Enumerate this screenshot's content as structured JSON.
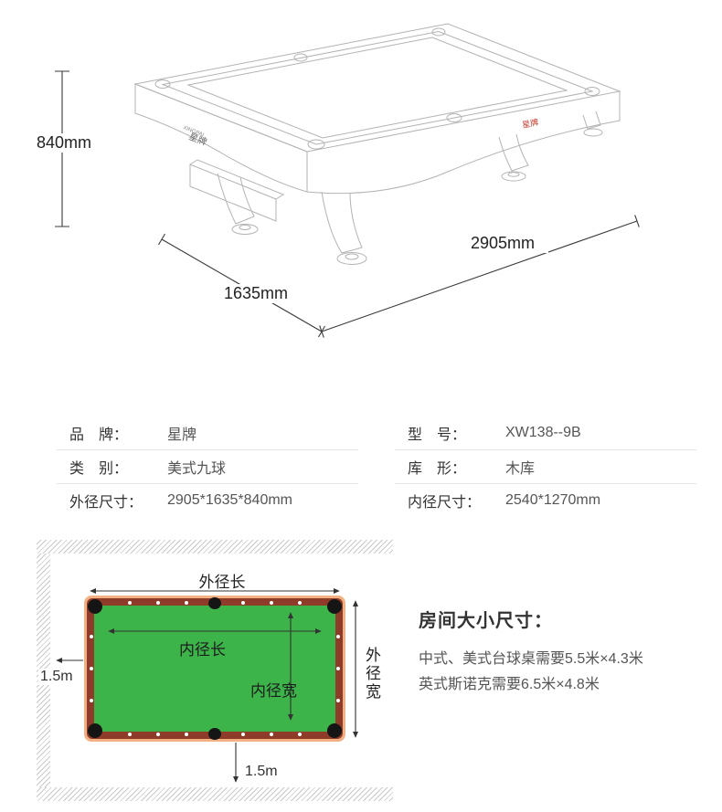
{
  "hero": {
    "height_label": "840mm",
    "depth_label": "1635mm",
    "length_label": "2905mm",
    "brand_mark_en": "XINGPAI",
    "brand_mark_cn": "星牌",
    "brand_mark_right": "星牌"
  },
  "specs": {
    "left": [
      {
        "label": "品　牌：",
        "value": "星牌"
      },
      {
        "label": "类　别：",
        "value": "美式九球"
      },
      {
        "label": "外径尺寸：",
        "value": "2905*1635*840mm"
      }
    ],
    "right": [
      {
        "label": "型　号：",
        "value": "XW138--9B"
      },
      {
        "label": "库　形：",
        "value": "木库"
      },
      {
        "label": "内径尺寸：",
        "value": "2540*1270mm"
      }
    ]
  },
  "room": {
    "outer_length_label": "外径长",
    "inner_length_label": "内径长",
    "inner_width_label": "内径宽",
    "outer_width_label": "外径宽",
    "left_clearance_label": "1.5m",
    "bottom_clearance_label": "1.5m",
    "info_title": "房间大小尺寸：",
    "info_lines": [
      "中式、美式台球桌需要5.5米×4.3米",
      "英式斯诺克需要6.5米×4.8米"
    ],
    "colors": {
      "felt": "#3cb44a",
      "rail": "#8e3b2a",
      "frame": "#f2b183"
    }
  }
}
